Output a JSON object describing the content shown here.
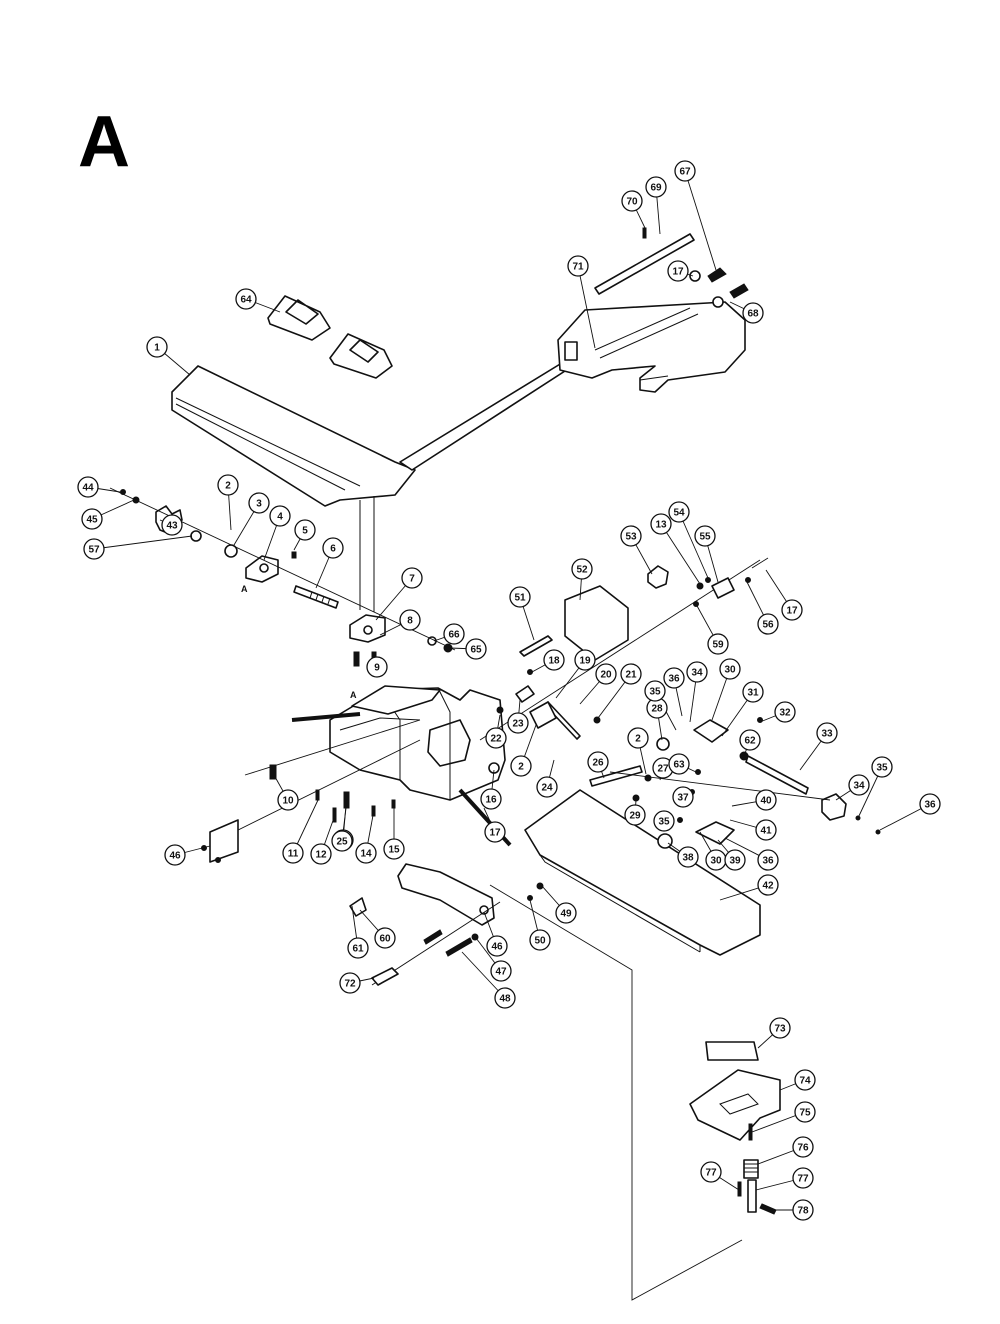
{
  "sheet_label": "A",
  "view_marks": [
    "A",
    "A"
  ],
  "callouts": [
    "1",
    "2",
    "3",
    "4",
    "5",
    "6",
    "7",
    "8",
    "9",
    "10",
    "11",
    "12",
    "13",
    "14",
    "15",
    "16",
    "17",
    "18",
    "19",
    "20",
    "21",
    "22",
    "23",
    "2",
    "24",
    "25",
    "26",
    "2",
    "27",
    "28",
    "29",
    "30",
    "31",
    "32",
    "33",
    "34",
    "35",
    "36",
    "34",
    "36",
    "35",
    "35",
    "36",
    "37",
    "38",
    "30",
    "39",
    "40",
    "41",
    "42",
    "43",
    "44",
    "45",
    "46",
    "47",
    "48",
    "49",
    "50",
    "51",
    "52",
    "53",
    "13",
    "54",
    "55",
    "17",
    "56",
    "57",
    "59",
    "60",
    "61",
    "62",
    "63",
    "64",
    "65",
    "66",
    "67",
    "68",
    "69",
    "70",
    "71",
    "72",
    "73",
    "74",
    "75",
    "76",
    "77",
    "77",
    "78",
    "46",
    "17"
  ]
}
